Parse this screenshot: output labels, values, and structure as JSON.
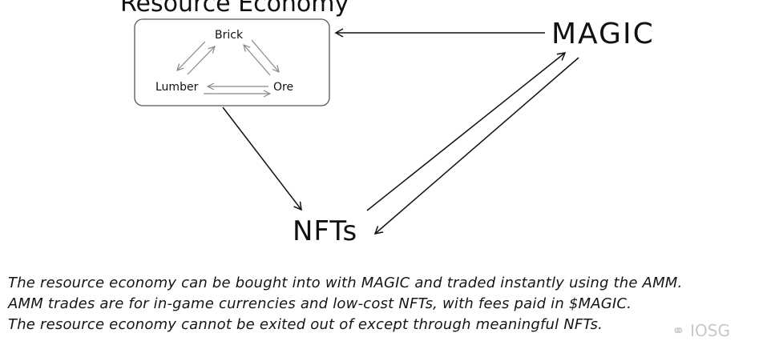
{
  "diagram": {
    "title": "Resource Economy",
    "nodes": {
      "brick": "Brick",
      "lumber": "Lumber",
      "ore": "Ore",
      "magic": "MAGIC",
      "nfts": "NFTs"
    }
  },
  "captions": [
    "The resource economy can be bought into with MAGIC and traded instantly using the AMM.",
    "AMM trades are for in-game currencies and low-cost NFTs, with fees paid in $MAGIC.",
    "The resource economy cannot be exited out of except through meaningful NFTs."
  ],
  "watermark": "IOSG"
}
